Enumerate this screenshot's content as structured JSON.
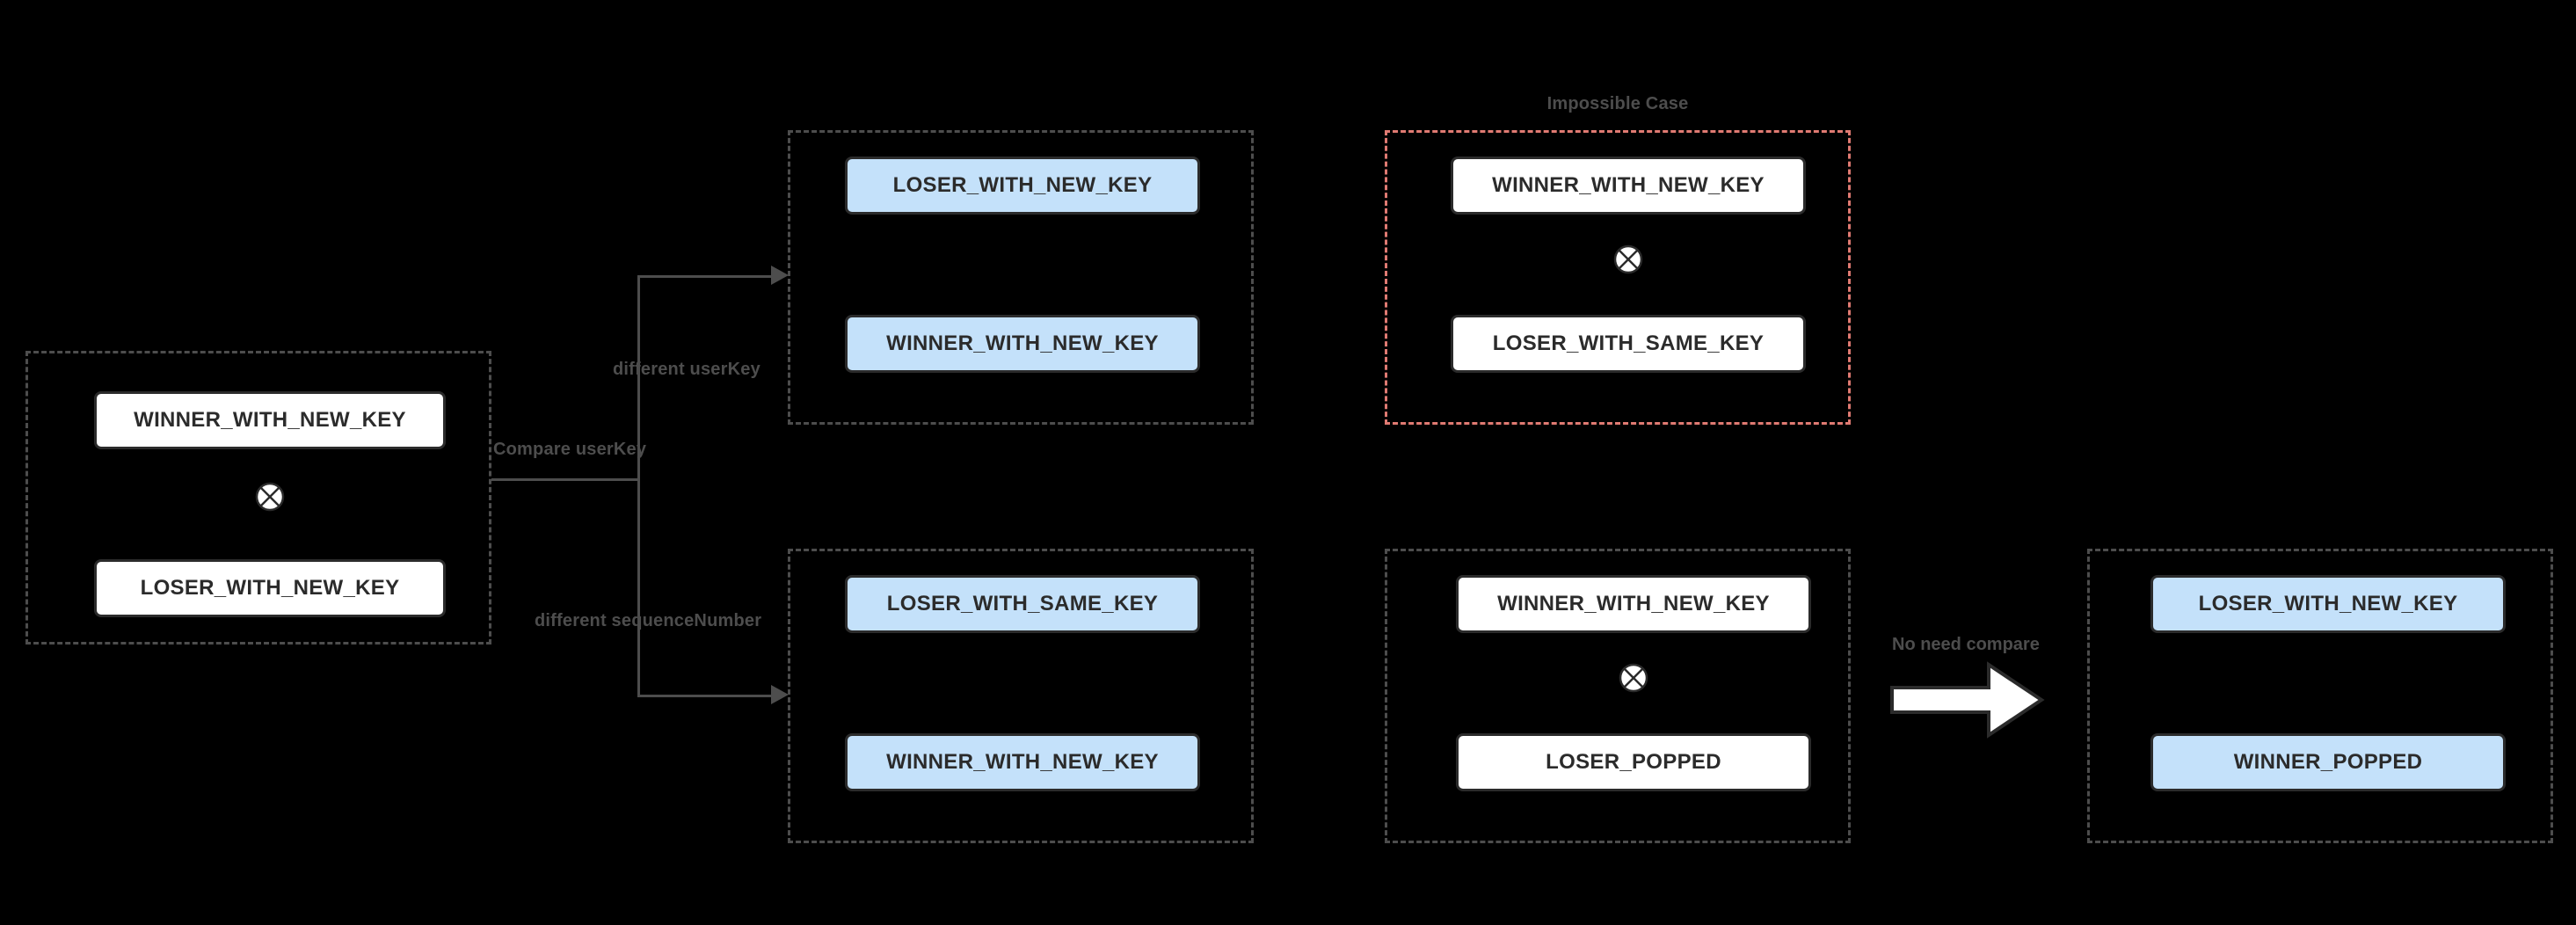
{
  "diagram": {
    "title": "userKey comparison outcome diagram",
    "colors": {
      "background": "#000000",
      "node_fill_white": "#ffffff",
      "node_fill_blue": "#c4e1fa",
      "node_stroke": "#2b2b2b",
      "group_stroke": "#4d4d4d",
      "impossible_stroke": "#e07a72",
      "label_text": "#4d4d4d",
      "node_text": "#2b2b2b"
    }
  },
  "groups": {
    "source": {
      "name": "source-group",
      "title": "",
      "nodes": [
        {
          "label": "WINNER_WITH_NEW_KEY",
          "style": "white"
        },
        {
          "label": "LOSER_WITH_NEW_KEY",
          "style": "white"
        }
      ],
      "marker": "x-circle"
    },
    "different_user_key": {
      "name": "different-user-key-group",
      "title": "",
      "nodes": [
        {
          "label": "LOSER_WITH_NEW_KEY",
          "style": "blue"
        },
        {
          "label": "WINNER_WITH_NEW_KEY",
          "style": "blue"
        }
      ],
      "marker": "none"
    },
    "impossible": {
      "name": "impossible-case-group",
      "title": "Impossible Case",
      "nodes": [
        {
          "label": "WINNER_WITH_NEW_KEY",
          "style": "white"
        },
        {
          "label": "LOSER_WITH_SAME_KEY",
          "style": "white"
        }
      ],
      "marker": "x-circle"
    },
    "different_sequence_number": {
      "name": "different-sequence-number-group",
      "title": "",
      "nodes": [
        {
          "label": "LOSER_WITH_SAME_KEY",
          "style": "blue"
        },
        {
          "label": "WINNER_WITH_NEW_KEY",
          "style": "blue"
        }
      ],
      "marker": "none"
    },
    "popped_source": {
      "name": "popped-source-group",
      "title": "",
      "nodes": [
        {
          "label": "WINNER_WITH_NEW_KEY",
          "style": "white"
        },
        {
          "label": "LOSER_POPPED",
          "style": "white"
        }
      ],
      "marker": "x-circle"
    },
    "popped_result": {
      "name": "popped-result-group",
      "title": "",
      "nodes": [
        {
          "label": "LOSER_WITH_NEW_KEY",
          "style": "blue"
        },
        {
          "label": "WINNER_POPPED",
          "style": "blue"
        }
      ],
      "marker": "none"
    }
  },
  "edges": {
    "compare_user_key": "Compare userKey",
    "different_user_key": "different userKey",
    "different_sequence_number": "different sequenceNumber",
    "no_need_compare": "No need compare"
  }
}
